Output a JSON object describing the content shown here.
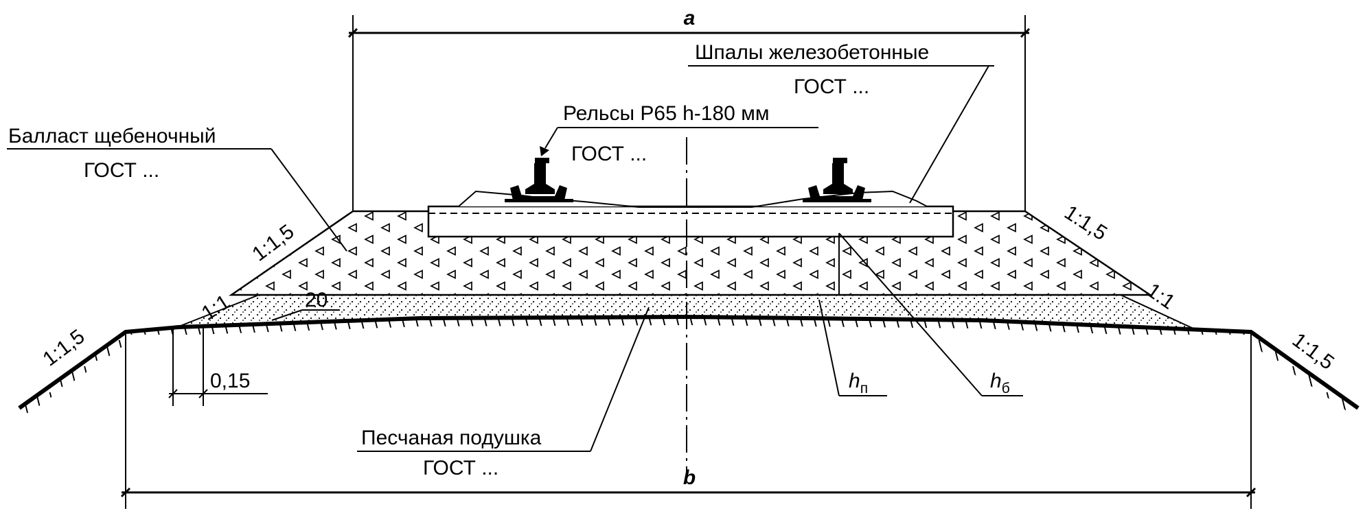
{
  "dimensions": {
    "top_width": "a",
    "bottom_width": "b",
    "offset": "0,15",
    "angle": "20"
  },
  "slopes": {
    "ballast_left": "1:1,5",
    "ballast_right": "1:1,5",
    "sand_left": "1:1",
    "sand_right": "1:1",
    "subgrade_left": "1:1,5",
    "subgrade_right": "1:1,5"
  },
  "callouts": {
    "ballast": {
      "line1": "Балласт щебеночный",
      "line2": "ГОСТ ..."
    },
    "rails": {
      "line1": "Рельсы Р65 h-180 мм",
      "line2": "ГОСТ ..."
    },
    "sleepers": {
      "line1": "Шпалы железобетонные",
      "line2": "ГОСТ ..."
    },
    "sand": {
      "line1": "Песчаная подушка",
      "line2": "ГОСТ ..."
    },
    "h_sand": {
      "letter": "h",
      "sub": "п"
    },
    "h_ballast": {
      "letter": "h",
      "sub": "б"
    }
  }
}
